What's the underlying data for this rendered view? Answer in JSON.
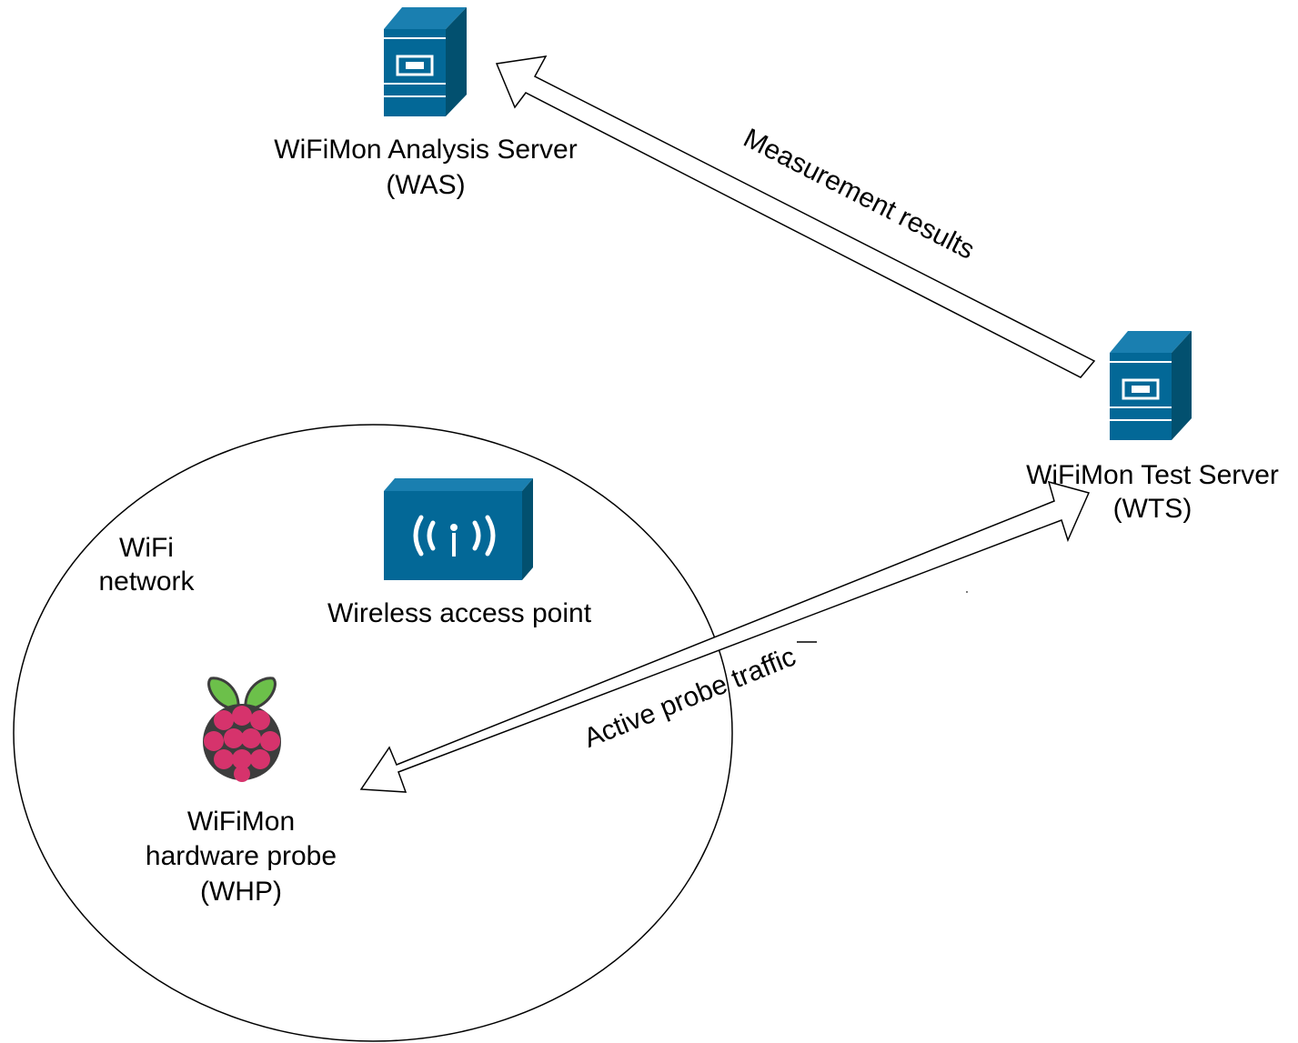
{
  "nodes": {
    "was": {
      "line1": "WiFiMon Analysis Server",
      "line2": "(WAS)",
      "icon": "server-tower-icon"
    },
    "wts": {
      "line1": "WiFiMon Test Server",
      "line2": "(WTS)",
      "icon": "server-tower-icon"
    },
    "ap": {
      "label": "Wireless access point",
      "icon": "wireless-access-point-icon"
    },
    "whp": {
      "line1": "WiFiMon",
      "line2": "hardware probe",
      "line3": "(WHP)",
      "icon": "raspberry-pi-icon"
    }
  },
  "network": {
    "line1": "WiFi",
    "line2": "network"
  },
  "edges": {
    "measurement": {
      "label": "Measurement results",
      "direction": "WTS to WAS"
    },
    "probe": {
      "label": "Active probe traffic",
      "direction": "bidirectional WHP and WTS"
    }
  },
  "colors": {
    "device_blue": "#036897",
    "device_blue_dark": "#02506f",
    "raspberry": "#d6336c",
    "leaf": "#6cc04a",
    "outline": "#000000"
  }
}
